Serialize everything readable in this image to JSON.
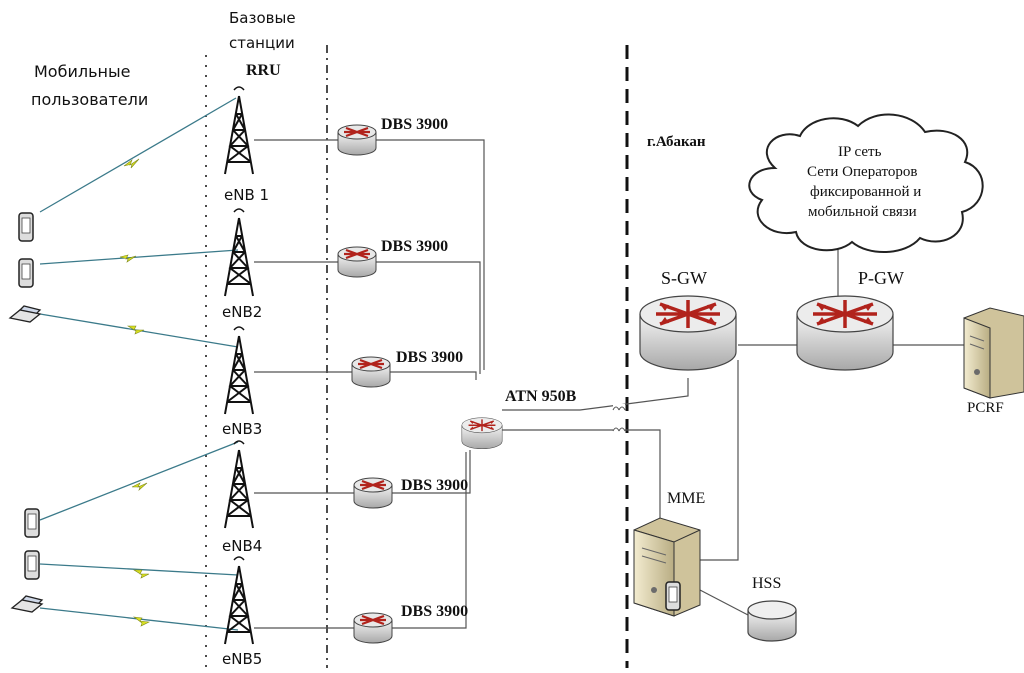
{
  "header": {
    "base_stations_line1": "Базовые",
    "base_stations_line2": "станции",
    "rru": "RRU",
    "mobile_users_line1": "Мобильные",
    "mobile_users_line2": "пользователи",
    "city": "г.Абакан"
  },
  "enodebs": [
    {
      "label": "eNB 1"
    },
    {
      "label": "eNB2"
    },
    {
      "label": "eNB3"
    },
    {
      "label": "eNB4"
    },
    {
      "label": "eNB5"
    }
  ],
  "dbs_routers": [
    {
      "label": "DBS 3900"
    },
    {
      "label": "DBS 3900"
    },
    {
      "label": "DBS 3900"
    },
    {
      "label": "DBS 3900"
    },
    {
      "label": "DBS 3900"
    }
  ],
  "core": {
    "atn": "ATN 950B",
    "sgw": "S-GW",
    "pgw": "P-GW",
    "mme": "MME",
    "hss": "HSS",
    "pcrf": "PCRF"
  },
  "cloud": {
    "line1": "IP сеть",
    "line2": "Сети Операторов",
    "line3": "фиксированной и",
    "line4": "мобильной связи"
  },
  "colors": {
    "router_arrow": "#b1231c",
    "router_body": "#d4d4d4",
    "radio_link": "#3b7a8a",
    "radio_bolt": "#d9e021",
    "server_body": "#e6dcb4",
    "line": "#555555"
  }
}
